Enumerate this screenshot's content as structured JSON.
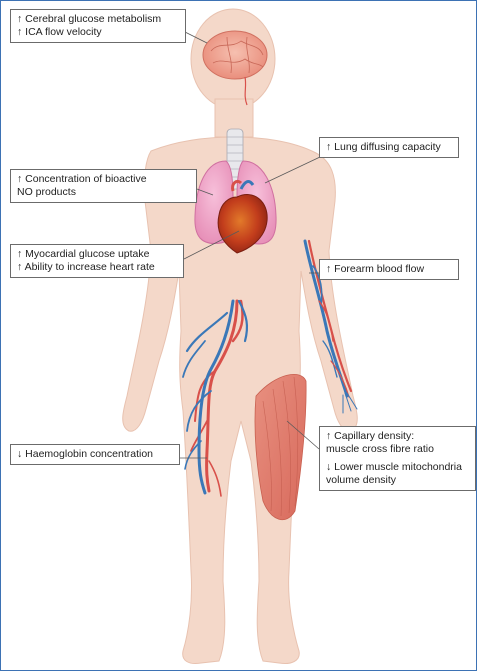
{
  "labels": {
    "brain": {
      "lines": [
        "↑ Cerebral glucose metabolism",
        "↑ ICA flow velocity"
      ]
    },
    "lung": {
      "lines": [
        "↑ Lung diffusing capacity"
      ]
    },
    "no_products": {
      "lines": [
        "↑ Concentration of bioactive",
        "NO products"
      ]
    },
    "heart": {
      "lines": [
        "↑ Myocardial glucose uptake",
        "↑ Ability to increase heart rate"
      ]
    },
    "forearm": {
      "lines": [
        "↑ Forearm blood flow"
      ]
    },
    "haemoglobin": {
      "lines": [
        "↓ Haemoglobin concentration"
      ]
    },
    "muscle": {
      "capillary_lines": [
        "↑ Capillary density:",
        "muscle cross fibre ratio"
      ],
      "mito_lines": [
        "↓ Lower muscle mitochondria",
        "volume density"
      ]
    }
  },
  "colors": {
    "body_skin": "#f4d7c8",
    "brain": "#f0a898",
    "lung": "#f2a8c8",
    "heart": "#c8401e",
    "artery": "#d8504a",
    "vein": "#3a78b8",
    "muscle": "#e08070",
    "frame_border": "#3d72b4"
  }
}
